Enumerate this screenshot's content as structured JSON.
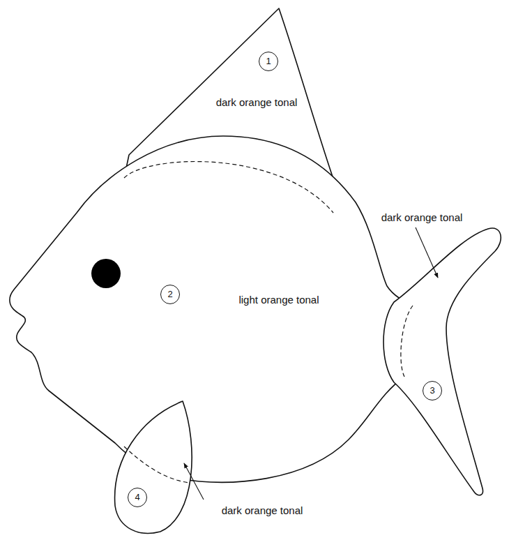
{
  "diagram": {
    "nodes": [
      {
        "text": [
          "1",
          "dark orange tonal"
        ]
      },
      {
        "text": [
          "2",
          "light orange tonal"
        ]
      },
      {
        "text": [
          "3"
        ]
      },
      {
        "text": [
          "4"
        ]
      }
    ],
    "labels": [
      "dark orange tonal",
      "dark orange tonal"
    ]
  }
}
